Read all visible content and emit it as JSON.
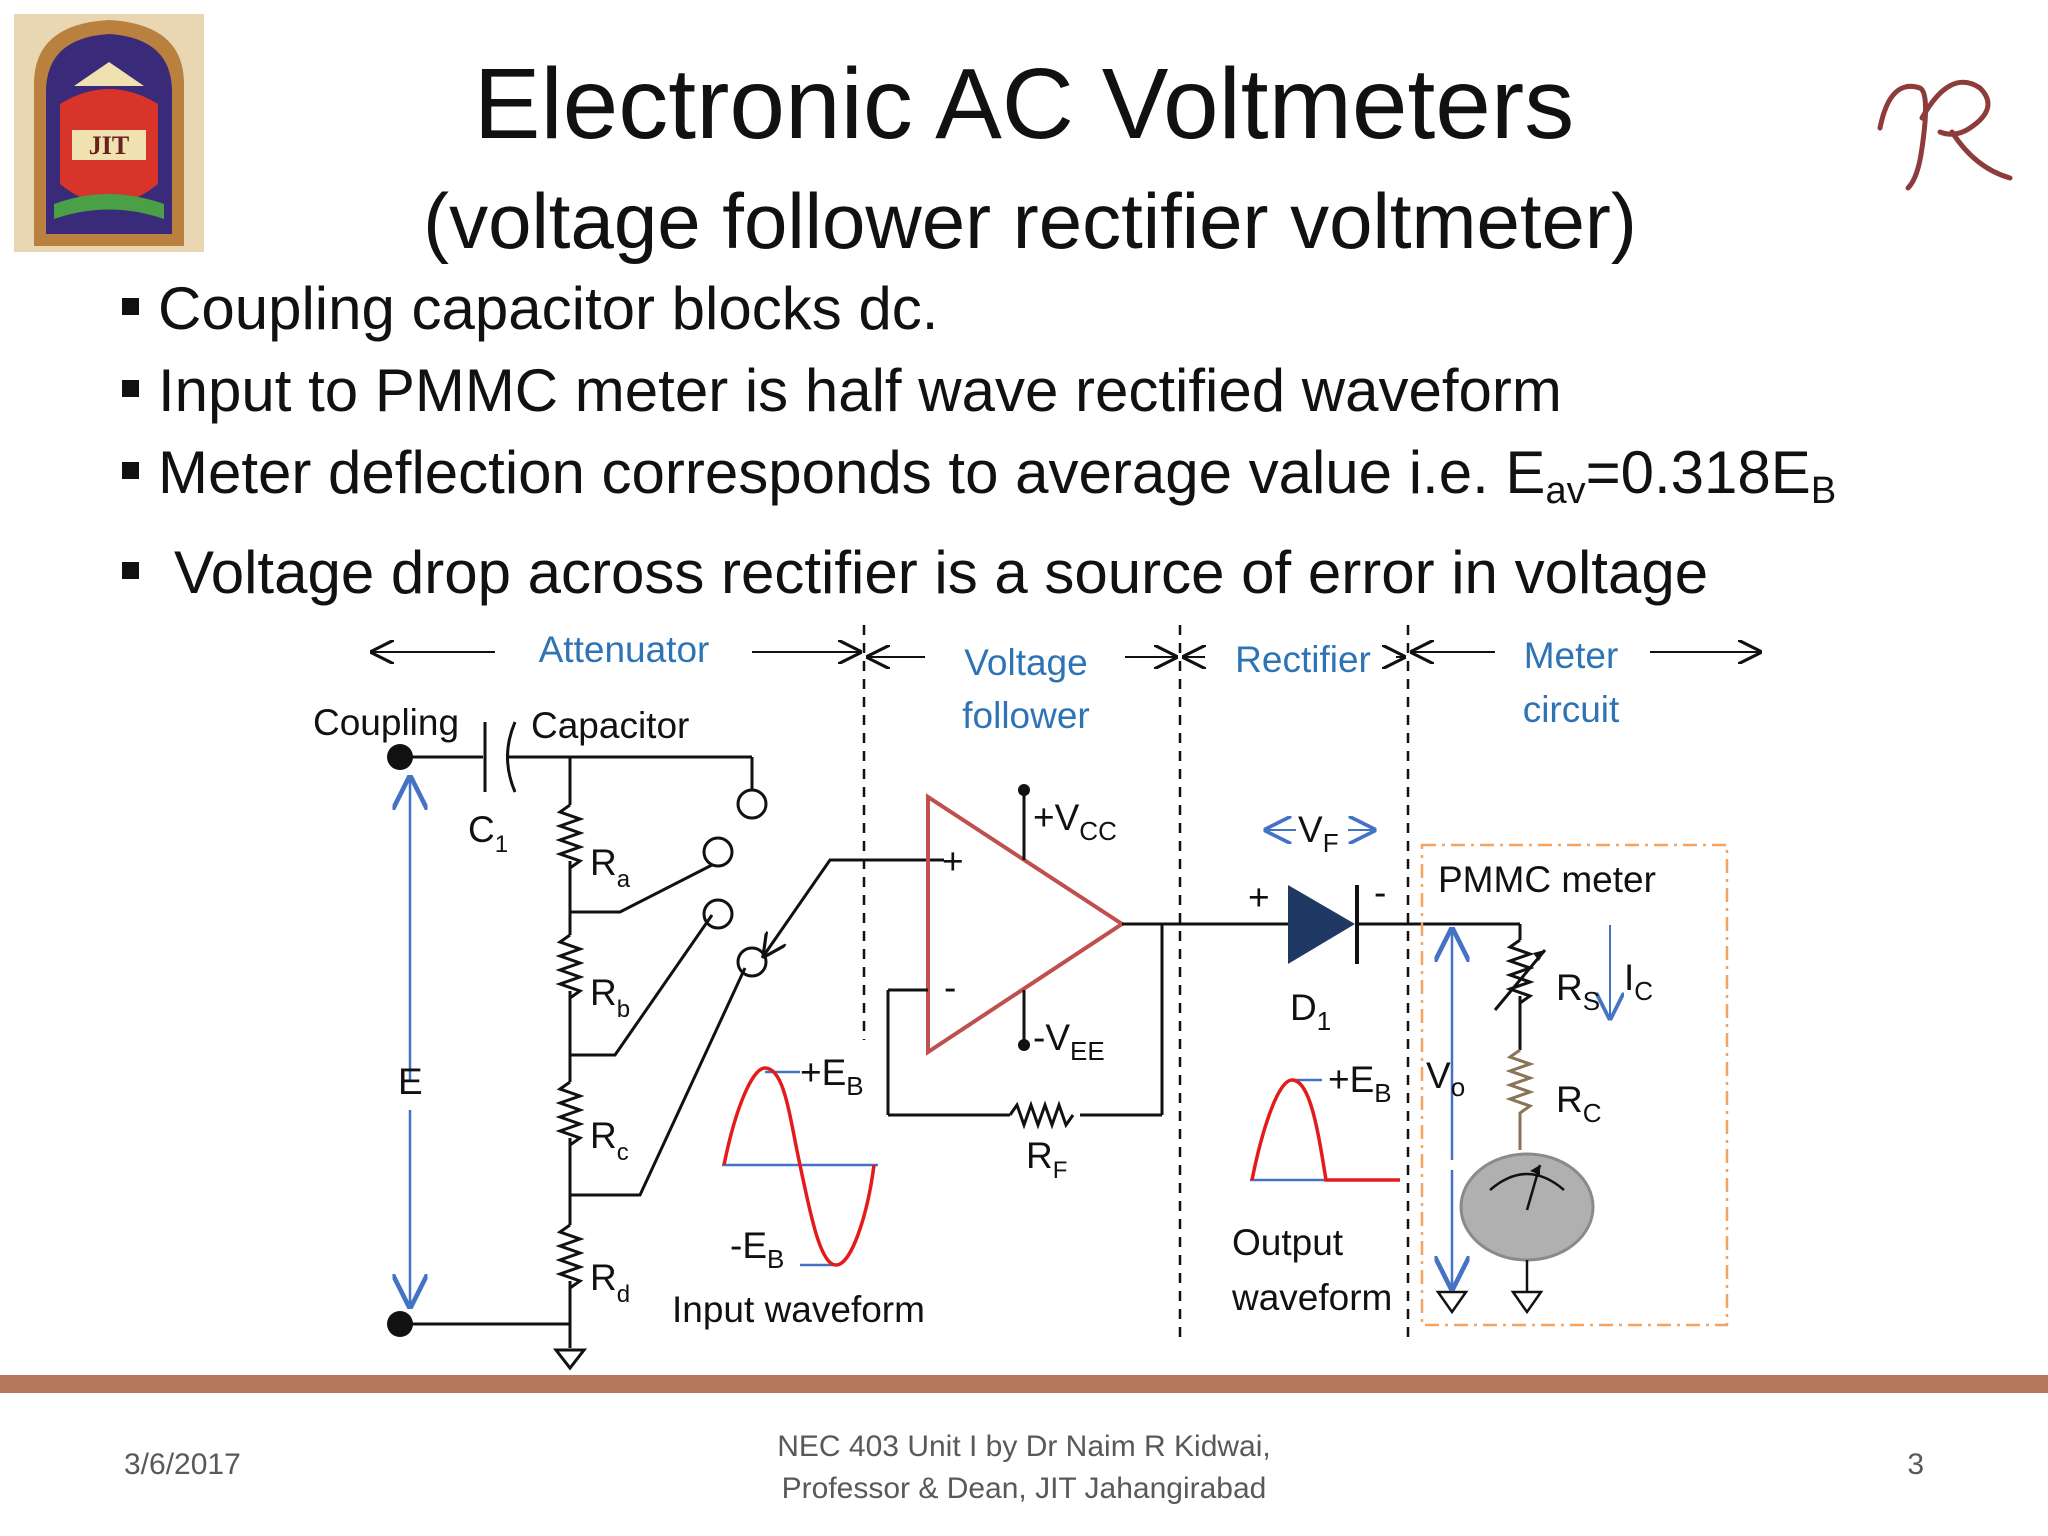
{
  "slide": {
    "title": "Electronic AC Voltmeters",
    "subtitle": "(voltage follower rectifier voltmeter)",
    "logo_text": "JIT",
    "monogram_text": "NR",
    "bullets": [
      {
        "text": "Coupling capacitor blocks dc."
      },
      {
        "text": "Input to PMMC meter is half wave rectified waveform"
      },
      {
        "text": "Meter deflection corresponds to average value i.e. E",
        "sub1": "av",
        "mid": "=0.318E",
        "sub2": "B"
      },
      {
        "text": "Voltage drop across rectifier is a source of error in voltage"
      }
    ]
  },
  "diagram": {
    "sections": {
      "attenuator": "Attenuator",
      "voltage_follower_line1": "Voltage",
      "voltage_follower_line2": "follower",
      "rectifier": "Rectifier",
      "meter_line1": "Meter",
      "meter_line2": "circuit"
    },
    "labels": {
      "coupling": "Coupling",
      "capacitor": "Capacitor",
      "c1": "C",
      "c1_sub": "1",
      "ra": "R",
      "ra_sub": "a",
      "rb": "R",
      "rb_sub": "b",
      "rc": "R",
      "rc_sub": "c",
      "rd": "R",
      "rd_sub": "d",
      "e": "E",
      "vcc": "+V",
      "vcc_sub": "CC",
      "vee": "-V",
      "vee_sub": "EE",
      "plus": "+",
      "minus": "-",
      "rf": "R",
      "rf_sub": "F",
      "vf": "V",
      "vf_sub": "F",
      "d1": "D",
      "d1_sub": "1",
      "pmmc": "PMMC meter",
      "rs": "R",
      "rs_sub": "S",
      "ic": "I",
      "ic_sub": "C",
      "rcm": "R",
      "rcm_sub": "C",
      "vo": "V",
      "vo_sub": "o",
      "in_peak_pos": "+E",
      "in_peak_pos_sub": "B",
      "in_peak_neg": "-E",
      "in_peak_neg_sub": "B",
      "input_waveform": "Input waveform",
      "out_peak": "+E",
      "out_peak_sub": "B",
      "output_line1": "Output",
      "output_line2": "waveform"
    }
  },
  "footer": {
    "date": "3/6/2017",
    "credit_line1": "NEC 403 Unit I by Dr Naim R Kidwai,",
    "credit_line2": "Professor & Dean, JIT Jahangirabad",
    "page": "3"
  },
  "colors": {
    "section_label": "#2e74b5",
    "opamp": "#c0504d",
    "waveform": "#e31b1b",
    "axis": "#4472c4",
    "diode": "#1f3864",
    "meter_box": "#f4a460",
    "footer_rule": "#b5775a"
  }
}
